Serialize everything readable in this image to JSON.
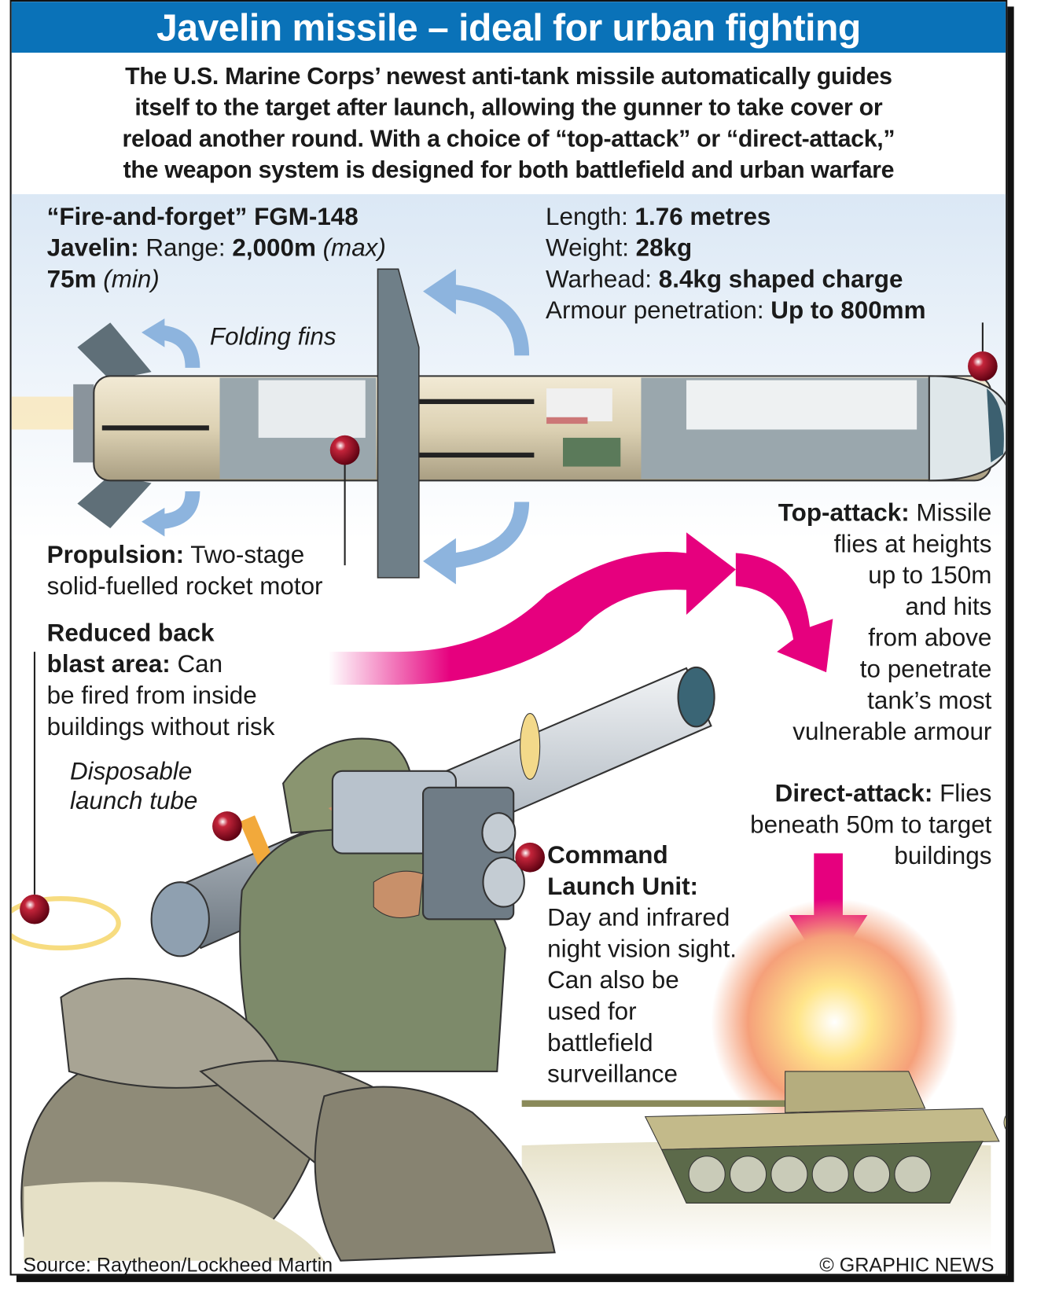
{
  "title": "Javelin missile – ideal for urban fighting",
  "intro": [
    "The U.S. Marine Corps’ newest anti-tank missile automatically guides",
    "itself to the target after launch, allowing the gunner to take cover or",
    "reload another round. With a choice of “top-attack” or “direct-attack,”",
    "the weapon system is designed for both battlefield and urban warfare"
  ],
  "specs_left": {
    "line1": "“Fire-and-forget” FGM-148",
    "name": "Javelin:",
    "range_label": " Range: ",
    "range_max": "2,000m",
    "max": " (max)",
    "range_min": "75m",
    "min": " (min)"
  },
  "specs_right": [
    {
      "label": "Length: ",
      "value": "1.76 metres"
    },
    {
      "label": "Weight: ",
      "value": "28kg"
    },
    {
      "label": "Warhead: ",
      "value": "8.4kg shaped charge"
    },
    {
      "label": "Armour penetration: ",
      "value": "Up to 800mm"
    }
  ],
  "labels": {
    "folding_fins": "Folding fins",
    "propulsion_bold": "Propulsion:",
    "propulsion_text1": " Two-stage",
    "propulsion_text2": "solid-fuelled rocket motor",
    "backblast_bold1": "Reduced back",
    "backblast_bold2": "blast area:",
    "backblast_text": [
      " Can",
      "be fired from inside",
      "buildings without risk"
    ],
    "launch_tube": [
      "Disposable",
      "launch tube"
    ],
    "top_attack_bold": "Top-attack:",
    "top_attack_text": [
      " Missile",
      "flies at heights",
      "up to 150m",
      "and hits",
      "from above",
      "to penetrate",
      "tank’s most",
      "vulnerable armour"
    ],
    "direct_attack_bold": "Direct-attack:",
    "direct_attack_text": [
      " Flies",
      "beneath 50m to target",
      "buildings"
    ],
    "clu_bold": [
      "Command",
      "Launch Unit:"
    ],
    "clu_text": [
      "Day and infrared",
      "night vision sight.",
      "Can also be",
      "used for",
      "battlefield",
      "surveillance"
    ]
  },
  "footer": {
    "source": "Source: Raytheon/Lockheed Martin",
    "credit": "© GRAPHIC NEWS"
  },
  "colors": {
    "title_bar": "#0a72b8",
    "arrow": "#e6007e",
    "fin_arrow": "#8db4de",
    "marker": "#8b0b1f"
  }
}
